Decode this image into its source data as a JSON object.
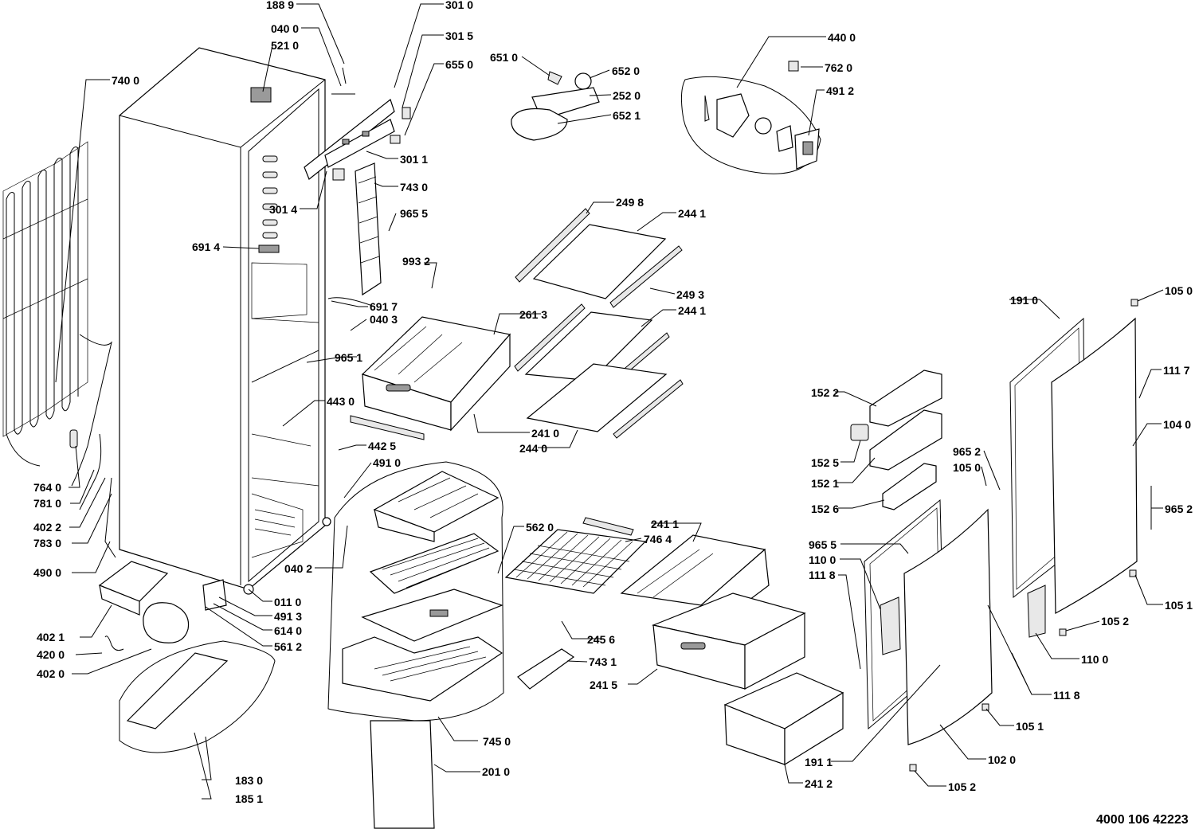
{
  "document_number": "4000 106 42223",
  "parts": [
    {
      "id": "p1889",
      "label": "188 9"
    },
    {
      "id": "p0400",
      "label": "040 0"
    },
    {
      "id": "p5210",
      "label": "521 0"
    },
    {
      "id": "p7400",
      "label": "740 0"
    },
    {
      "id": "p3010",
      "label": "301 0"
    },
    {
      "id": "p3015",
      "label": "301 5"
    },
    {
      "id": "p6550",
      "label": "655 0"
    },
    {
      "id": "p3011",
      "label": "301 1"
    },
    {
      "id": "p7430",
      "label": "743 0"
    },
    {
      "id": "p3014",
      "label": "301 4"
    },
    {
      "id": "p9655a",
      "label": "965 5"
    },
    {
      "id": "p6914",
      "label": "691 4"
    },
    {
      "id": "p9932",
      "label": "993 2"
    },
    {
      "id": "p6917",
      "label": "691 7"
    },
    {
      "id": "p0403",
      "label": "040 3"
    },
    {
      "id": "p9651",
      "label": "965 1"
    },
    {
      "id": "p4430",
      "label": "443 0"
    },
    {
      "id": "p4425",
      "label": "442 5"
    },
    {
      "id": "p4910",
      "label": "491 0"
    },
    {
      "id": "p0402",
      "label": "040 2"
    },
    {
      "id": "p6510",
      "label": "651 0"
    },
    {
      "id": "p6520",
      "label": "652 0"
    },
    {
      "id": "p2520",
      "label": "252 0"
    },
    {
      "id": "p6521",
      "label": "652 1"
    },
    {
      "id": "p4400",
      "label": "440 0"
    },
    {
      "id": "p7620",
      "label": "762 0"
    },
    {
      "id": "p4912",
      "label": "491 2"
    },
    {
      "id": "p2498",
      "label": "249 8"
    },
    {
      "id": "p2441a",
      "label": "244 1"
    },
    {
      "id": "p2493",
      "label": "249 3"
    },
    {
      "id": "p2441b",
      "label": "244 1"
    },
    {
      "id": "p2613",
      "label": "261 3"
    },
    {
      "id": "p2410",
      "label": "241 0"
    },
    {
      "id": "p2440",
      "label": "244 0"
    },
    {
      "id": "p7640",
      "label": "764 0"
    },
    {
      "id": "p7810",
      "label": "781 0"
    },
    {
      "id": "p4022",
      "label": "402 2"
    },
    {
      "id": "p7830",
      "label": "783 0"
    },
    {
      "id": "p4900",
      "label": "490 0"
    },
    {
      "id": "p4021",
      "label": "402 1"
    },
    {
      "id": "p4200",
      "label": "420 0"
    },
    {
      "id": "p4020",
      "label": "402 0"
    },
    {
      "id": "p0110",
      "label": "011 0"
    },
    {
      "id": "p4913",
      "label": "491 3"
    },
    {
      "id": "p6140",
      "label": "614 0"
    },
    {
      "id": "p5612",
      "label": "561 2"
    },
    {
      "id": "p1830",
      "label": "183 0"
    },
    {
      "id": "p1851",
      "label": "185 1"
    },
    {
      "id": "p5620",
      "label": "562 0"
    },
    {
      "id": "p7464",
      "label": "746 4"
    },
    {
      "id": "p2411",
      "label": "241 1"
    },
    {
      "id": "p2456",
      "label": "245 6"
    },
    {
      "id": "p7431",
      "label": "743 1"
    },
    {
      "id": "p2415",
      "label": "241 5"
    },
    {
      "id": "p7450",
      "label": "745 0"
    },
    {
      "id": "p2010",
      "label": "201 0"
    },
    {
      "id": "p2412",
      "label": "241 2"
    },
    {
      "id": "p1522",
      "label": "152 2"
    },
    {
      "id": "p1525",
      "label": "152 5"
    },
    {
      "id": "p1521",
      "label": "152 1"
    },
    {
      "id": "p1526",
      "label": "152 6"
    },
    {
      "id": "p9652a",
      "label": "965 2"
    },
    {
      "id": "p1050a",
      "label": "105 0"
    },
    {
      "id": "p9655b",
      "label": "965 5"
    },
    {
      "id": "p1100a",
      "label": "110 0"
    },
    {
      "id": "p1118a",
      "label": "111 8"
    },
    {
      "id": "p1910",
      "label": "191 0"
    },
    {
      "id": "p1050b",
      "label": "105 0"
    },
    {
      "id": "p1117",
      "label": "111 7"
    },
    {
      "id": "p1040",
      "label": "104 0"
    },
    {
      "id": "p9652b",
      "label": "965 2"
    },
    {
      "id": "p1051a",
      "label": "105 1"
    },
    {
      "id": "p1052a",
      "label": "105 2"
    },
    {
      "id": "p1100b",
      "label": "110 0"
    },
    {
      "id": "p1118b",
      "label": "111 8"
    },
    {
      "id": "p1051b",
      "label": "105 1"
    },
    {
      "id": "p1911",
      "label": "191 1"
    },
    {
      "id": "p1020",
      "label": "102 0"
    },
    {
      "id": "p1052b",
      "label": "105 2"
    }
  ]
}
